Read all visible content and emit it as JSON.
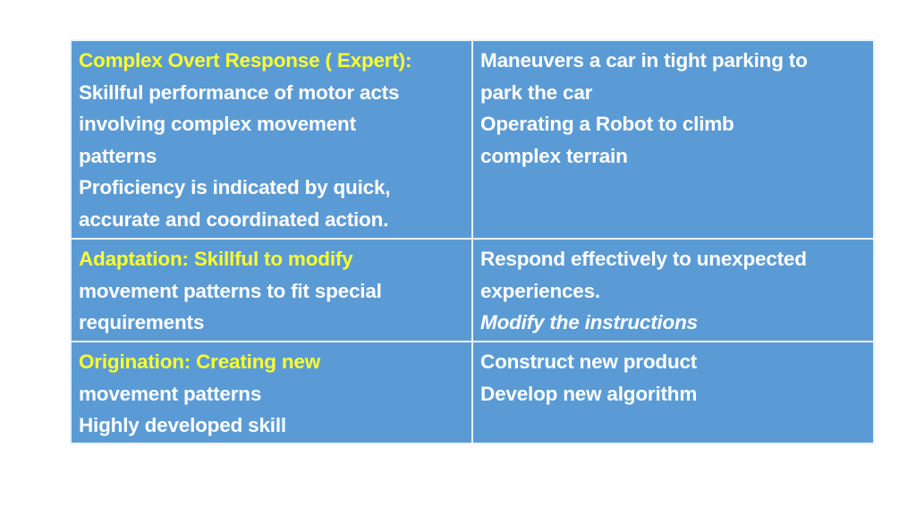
{
  "slide": {
    "table": {
      "colors": {
        "cell_background": "#5b9bd5",
        "border": "#eaf1f9",
        "body_text": "#ffffff",
        "heading_text": "#ffff2e"
      },
      "rows": [
        {
          "left": {
            "heading": "Complex Overt Response ( Expert):",
            "lines": [
              "Skillful performance of motor acts",
              "involving complex movement",
              "patterns",
              "Proficiency is indicated by quick,",
              "accurate and coordinated action."
            ]
          },
          "right": {
            "lines": [
              "Maneuvers a car in tight parking to",
              "park the car",
              "Operating a Robot to climb",
              "complex terrain"
            ]
          }
        },
        {
          "left": {
            "heading": "Adaptation: Skillful to modify",
            "lines": [
              "movement patterns to fit special",
              "requirements"
            ]
          },
          "right": {
            "lines": [
              "Respond effectively to unexpected",
              "experiences."
            ],
            "italic_line": "Modify the instructions"
          }
        },
        {
          "left": {
            "heading": "Origination: Creating new",
            "lines": [
              "movement patterns",
              "Highly developed skill"
            ]
          },
          "right": {
            "lines": [
              "Construct new product",
              "Develop new algorithm"
            ]
          }
        }
      ]
    }
  }
}
